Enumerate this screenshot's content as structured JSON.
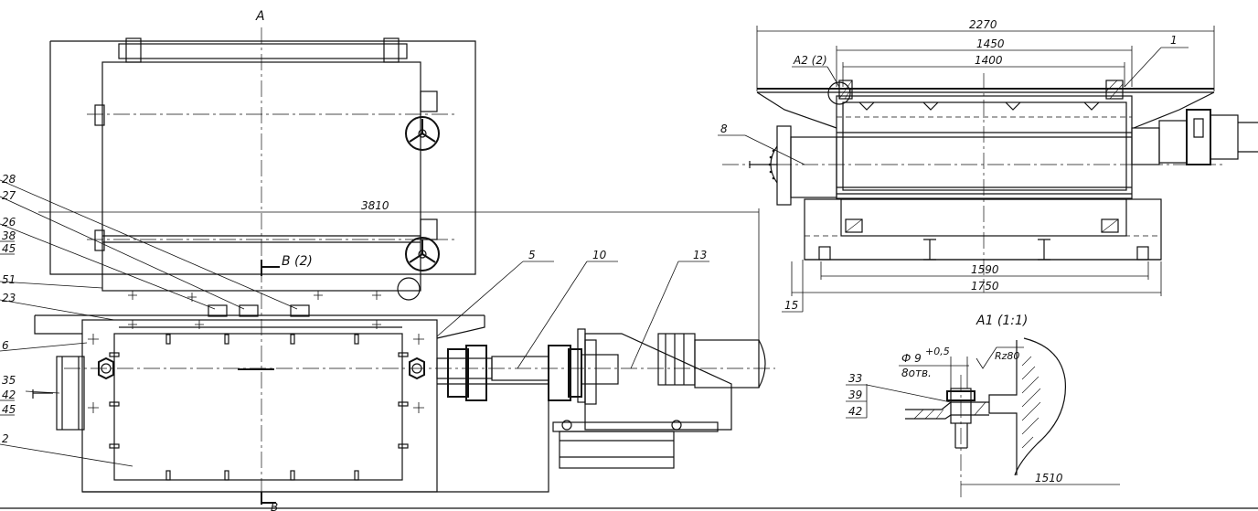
{
  "view_labels": {
    "view_a": "A",
    "section_b": "B (2)",
    "section_b_marker": "B",
    "detail_a1": "A1 (1:1)",
    "detail_a2": "A2 (2)"
  },
  "dimensions": {
    "d3810": "3810",
    "d2270": "2270",
    "d1450": "1450",
    "d1400": "1400",
    "d1590": "1590",
    "d1750": "1750",
    "d1510": "1510",
    "hole_spec": "Ф 9",
    "hole_tol": "+0,5",
    "hole_count": "8отв.",
    "roughness": "Rz80"
  },
  "callouts_left": {
    "c28": "28",
    "c27": "27",
    "c26": "26",
    "c38": "38",
    "c45a": "45",
    "c51": "51",
    "c23": "23",
    "c6": "6",
    "c35": "35",
    "c42a": "42",
    "c45b": "45",
    "c2": "2",
    "c5": "5",
    "c10": "10",
    "c13": "13"
  },
  "callouts_right": {
    "c1": "1",
    "c8": "8",
    "c15": "15",
    "c33": "33",
    "c39": "39",
    "c42b": "42"
  }
}
